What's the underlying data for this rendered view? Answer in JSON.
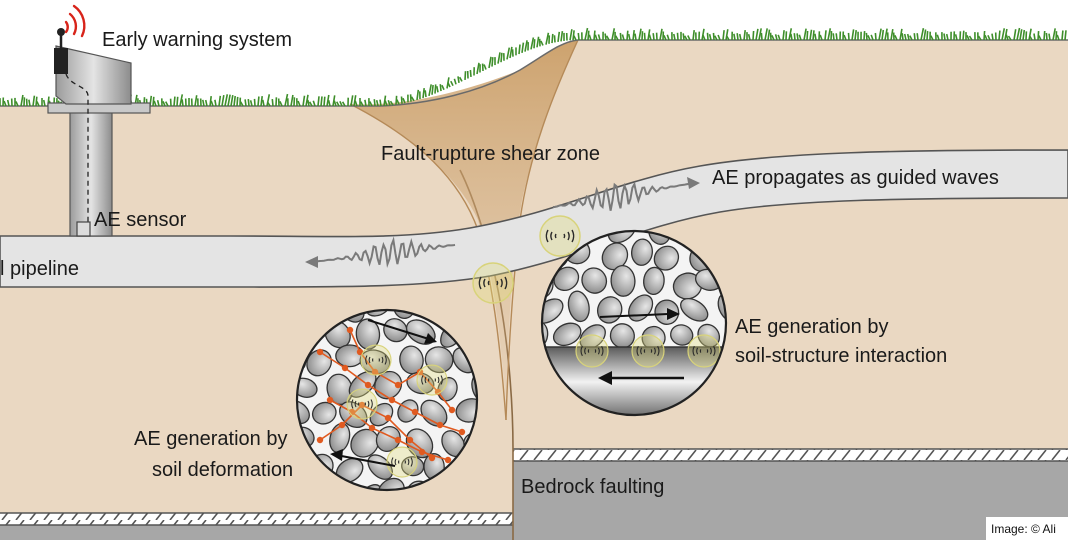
{
  "labels": {
    "early_warning": "Early warning system",
    "ae_sensor": "AE sensor",
    "pipeline": "l pipeline",
    "shear_zone": "Fault-rupture shear zone",
    "guided_waves": "AE propagates as guided waves",
    "soil_structure_1": "AE generation by",
    "soil_structure_2": "soil-structure interaction",
    "soil_deformation_1": "AE generation by",
    "soil_deformation_2": "soil deformation",
    "bedrock": "Bedrock faulting",
    "credit": "Image: © Ali"
  },
  "colors": {
    "soil": "#ead8c2",
    "soil_dark": "#d9bfa0",
    "pipe": "#e6e6e6",
    "grass": "#3e8e2a",
    "bedrock": "#a9a9a9",
    "shear": "#c89a68",
    "emission": "#d8d37a",
    "wave_arrow": "#7a7a7a",
    "signal": "#d8241a",
    "interparticle": "#e05a20"
  },
  "icons": [
    "signal-waves-icon",
    "sensor-tower-icon",
    "wave-arrow-icon",
    "emission-ring-icon"
  ]
}
